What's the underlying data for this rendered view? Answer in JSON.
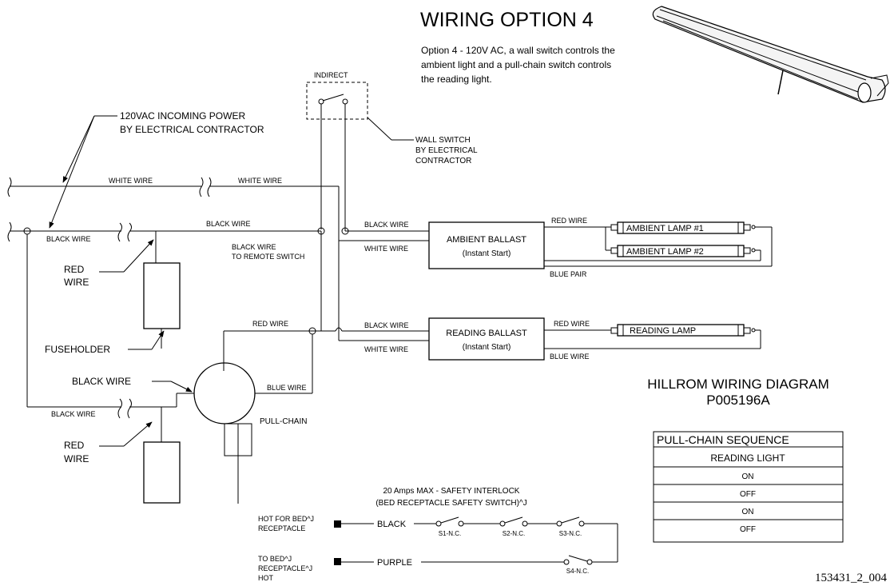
{
  "title": "WIRING OPTION 4",
  "description": [
    "Option 4 - 120V AC, a wall switch controls the",
    "ambient light and a pull-chain switch controls",
    "the reading light."
  ],
  "indirect_label": "INDIRECT",
  "wall_switch_label": [
    "WALL  SWITCH",
    "BY ELECTRICAL",
    "CONTRACTOR"
  ],
  "incoming_power_label": [
    "120VAC INCOMING POWER",
    "BY ELECTRICAL CONTRACTOR"
  ],
  "wires": {
    "white_wire": "WHITE WIRE",
    "black_wire": "BLACK WIRE",
    "red_wire": "RED WIRE",
    "blue_wire": "BLUE WIRE",
    "blue_pair": "BLUE PAIR",
    "red_wire_block": [
      "RED",
      "WIRE"
    ],
    "black_to_remote": [
      "BLACK WIRE",
      "TO REMOTE SWITCH"
    ]
  },
  "ballasts": {
    "ambient": [
      "AMBIENT BALLAST",
      "(Instant Start)"
    ],
    "reading": [
      "READING BALLAST",
      "(Instant Start)"
    ]
  },
  "lamps": {
    "ambient_1": "AMBIENT LAMP #1",
    "ambient_2": "AMBIENT LAMP #2",
    "reading": "READING LAMP"
  },
  "fuseholder_label": "FUSEHOLDER",
  "pull_chain_label": "PULL-CHAIN",
  "diagram_id": [
    "HILLROM WIRING DIAGRAM",
    "P005196A"
  ],
  "sequence_table": {
    "header": "PULL-CHAIN SEQUENCE",
    "column": "READING LIGHT",
    "rows": [
      "ON",
      "OFF",
      "ON",
      "OFF"
    ]
  },
  "interlock": {
    "title": [
      "20 Amps MAX - SAFETY INTERLOCK",
      "(BED RECEPTACLE SAFETY SWITCH)^J"
    ],
    "hot_label": [
      "HOT FOR BED^J",
      "RECEPTACLE"
    ],
    "to_bed_label": [
      "TO BED^J",
      "RECEPTACLE^J",
      "HOT"
    ],
    "black": "BLACK",
    "purple": "PURPLE",
    "switches": [
      "S1-N.C.",
      "S2-N.C.",
      "S3-N.C.",
      "S4-N.C."
    ]
  },
  "figure_number": "153431_2_004"
}
